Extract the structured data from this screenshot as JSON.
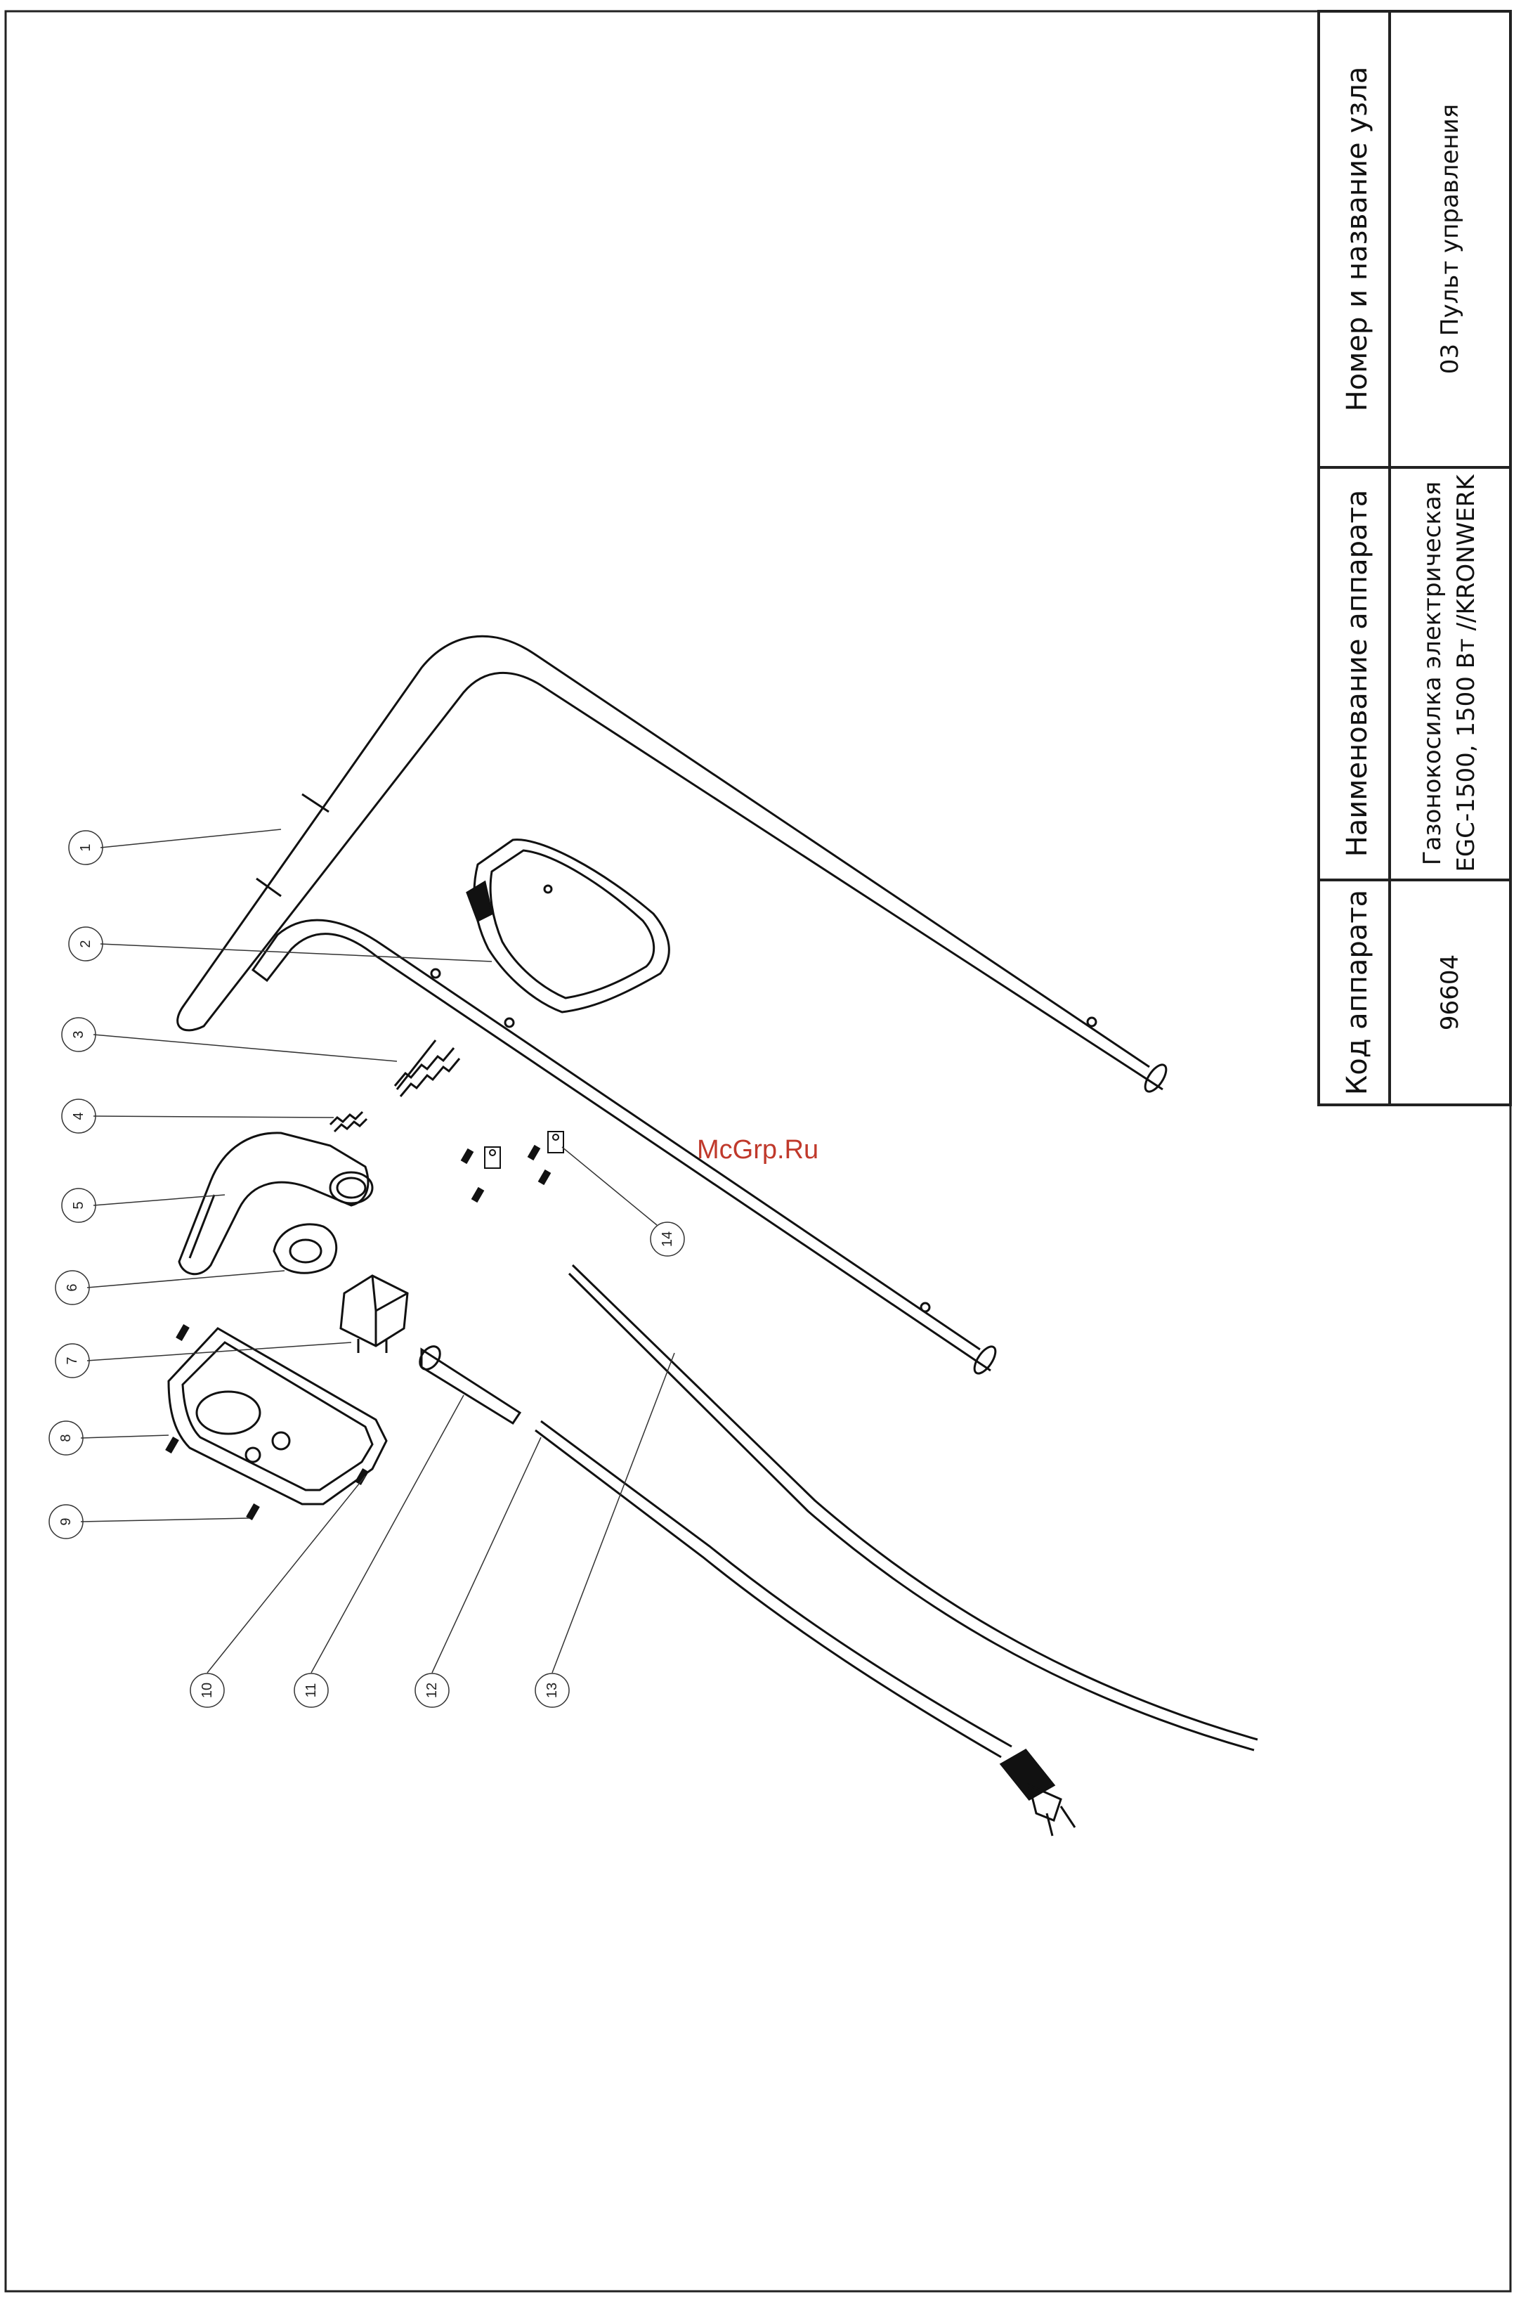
{
  "title_block": {
    "code_header": "Код аппарата",
    "code_value": "96604",
    "name_header": "Наименование аппарата",
    "name_line1": "Газонокосилка электрическая",
    "name_line2": "EGC-1500, 1500 Вт //KRONWERK",
    "node_header": "Номер и название узла",
    "node_value": "03 Пульт управления"
  },
  "watermark": "McGrp.Ru",
  "callouts": [
    "1",
    "2",
    "3",
    "4",
    "5",
    "6",
    "7",
    "8",
    "9",
    "10",
    "11",
    "12",
    "13",
    "14"
  ]
}
